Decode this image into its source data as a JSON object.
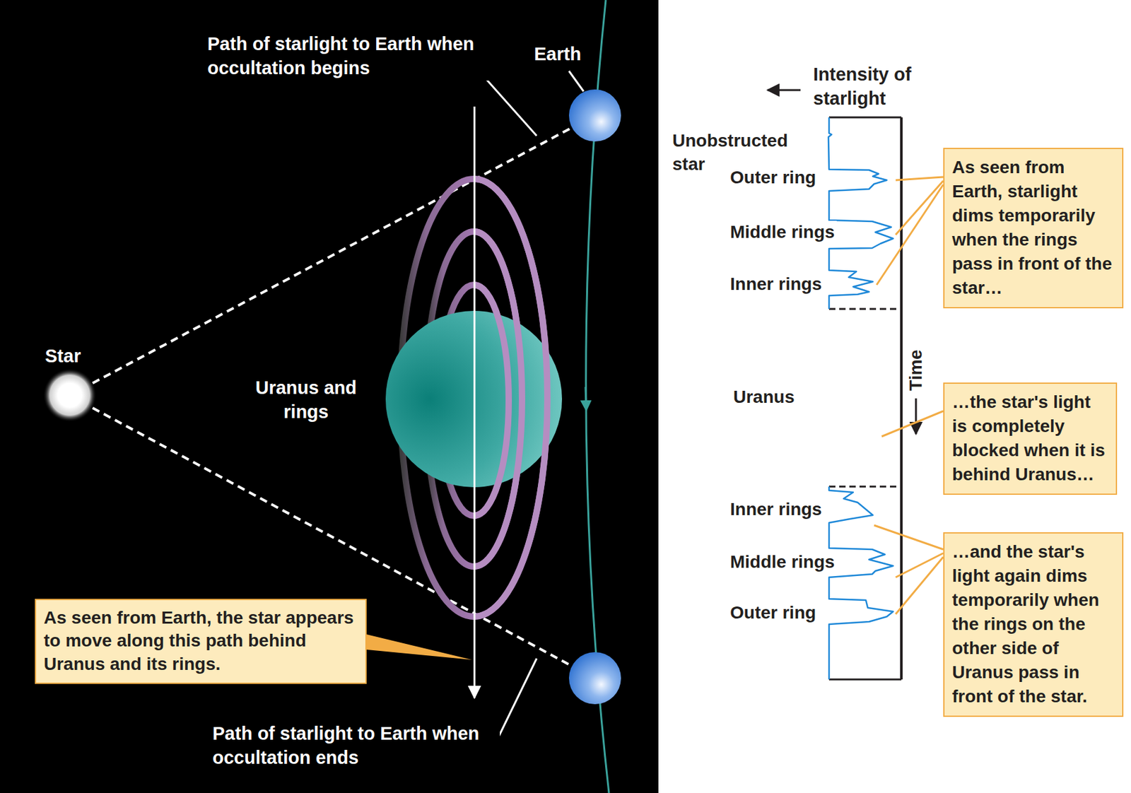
{
  "diagram": {
    "nodes": [
      {
        "text": [
          "As seen from Earth, the star appears to move along this path behind Uranus and its rings."
        ]
      },
      {
        "text": [
          "As seen from Earth, starlight dims temporarily when the rings pass in front of the star…"
        ]
      },
      {
        "text": [
          "…the star's light is completely blocked when it is behind Uranus…"
        ]
      },
      {
        "text": [
          "…and the star's light again dims temporarily when the rings on the other side of Uranus pass in front of the star."
        ]
      }
    ],
    "labels": [
      "Path of starlight to Earth when occultation begins",
      "Earth",
      "Star",
      "Uranus and rings",
      "Path of starlight to Earth when occultation ends",
      "Intensity of starlight",
      "Unobstructed star",
      "Outer ring",
      "Middle rings",
      "Inner rings",
      "Uranus",
      "Time",
      "Inner rings",
      "Middle rings",
      "Outer ring"
    ]
  }
}
